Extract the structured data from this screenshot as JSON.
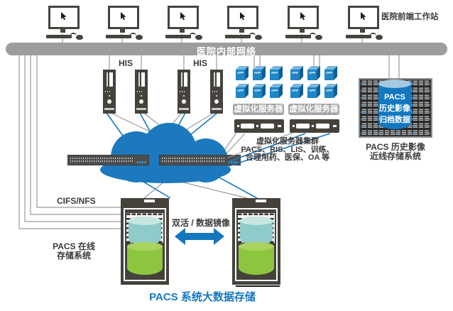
{
  "network_label": "医院内部网络",
  "workstation_label": "医院前端工作站",
  "his_labels": [
    "HIS",
    "HIS"
  ],
  "app_cube_label": "APP",
  "virt_server_labels": [
    "虚拟化服务器",
    "虚拟化服务器"
  ],
  "cluster_caption": [
    "虚拟化服务器集群",
    "PACS、RIS、LIS、训练、",
    "合理用药、医保、OA 等"
  ],
  "archive_cylinder_lines": [
    "PACS",
    "历史影像",
    "归档数据"
  ],
  "archive_caption": [
    "PACS 历史影像",
    "近线存储系统"
  ],
  "cifs_label": "CIFS/NFS",
  "online_caption": [
    "PACS 在线",
    "存储系统"
  ],
  "mirror_label": "双活 / 数据镜像",
  "footer_title": "PACS 系统大数据存储",
  "workstation_count": 6,
  "colors": {
    "accent_blue": "#1577be",
    "cloud_blue": "#1c79bd",
    "bar_gray": "#9d9d9d",
    "chassis_dark": "#45423c",
    "cube_blue": "#1f86c6",
    "teal": "#8ecbca",
    "green": "#8cc63f"
  }
}
